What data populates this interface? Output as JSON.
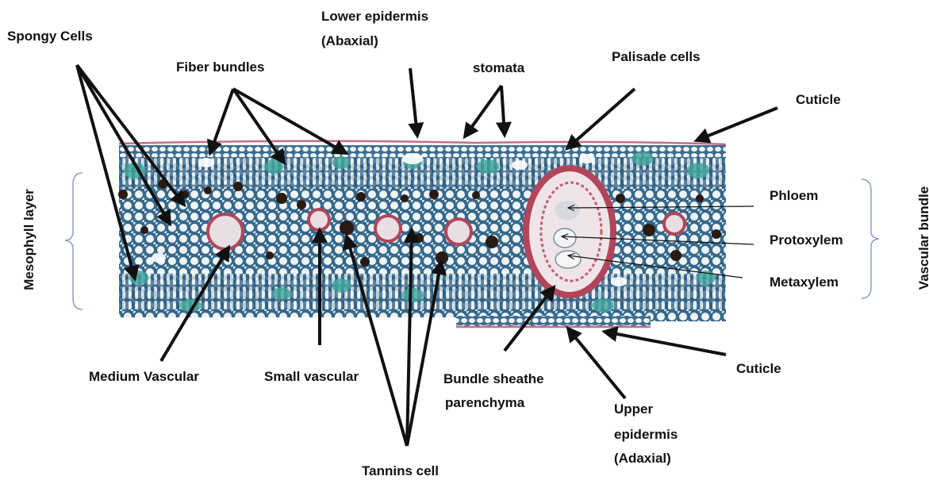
{
  "labels": {
    "spongy_cells": "Spongy Cells",
    "lower_epidermis": "Lower epidermis",
    "lower_epidermis_sub": "(Abaxial)",
    "fiber_bundles": "Fiber bundles",
    "stomata": "stomata",
    "palisade_cells": "Palisade cells",
    "cuticle_top": "Cuticle",
    "phloem": "Phloem",
    "protoxylem": "Protoxylem",
    "metaxylem": "Metaxylem",
    "vascular_bundle": "Vascular bundle",
    "mesophyll_layer": "Mesophyll layer",
    "medium_vascular": "Medium Vascular",
    "small_vascular": "Small vascular",
    "bundle_sheathe_1": "Bundle sheathe",
    "bundle_sheathe_2": "parenchyma",
    "cuticle_bottom": "Cuticle",
    "upper_epidermis_1": "Upper",
    "upper_epidermis_2": "epidermis",
    "upper_epidermis_3": "(Adaxial)",
    "tannins_cell": "Tannins cell"
  },
  "colors": {
    "tissue_blue": "#3f6f93",
    "tissue_teal": "#3fa59b",
    "cuticle_pink": "#c2708a",
    "bundle_red": "#b3455b",
    "tannin_dark": "#2a1a14"
  }
}
